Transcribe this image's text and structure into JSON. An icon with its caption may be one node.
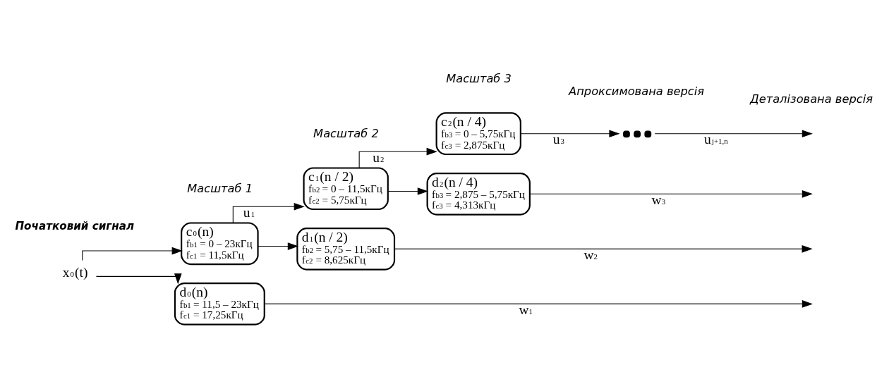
{
  "diagram": {
    "nodes": [
      {
        "text": [
          "x$_{0}$(t)"
        ],
        "beside": [
          "Початковий сигнал"
        ]
      },
      {
        "text": [
          "c$_{0}$(n)",
          "f$_{b1}$ = 0 – 23кГц",
          "f$_{c1}$ = 11,5кГц"
        ]
      },
      {
        "text": [
          "c$_{1}$(n / 2)",
          "f$_{b2}$ = 0 – 11,5кГц",
          "f$_{c2}$ = 5,75кГц"
        ]
      },
      {
        "text": [
          "c$_{2}$(n / 4)",
          "f$_{b3}$ = 0 – 5,75кГц",
          "f$_{c3}$ = 2,875кГц"
        ]
      },
      {
        "text": [],
        "shape": "dots"
      },
      {
        "text": [
          "d$_{2}$(n / 4)",
          "f$_{b3}$ = 2,875 – 5,75кГц",
          "f$_{c3}$ = 4,313кГц"
        ]
      },
      {
        "text": [
          "d$_{1}$(n / 2)",
          "f$_{b2}$ = 5,75 – 11,5кГц",
          "f$_{c2}$ = 8,625кГц"
        ]
      },
      {
        "text": [
          "d$_{0}$(n)",
          "f$_{b1}$ = 11,5 – 23кГц",
          "f$_{c1}$ = 17,25кГц"
        ]
      }
    ],
    "edges": [
      {
        "from": 0,
        "to": 1,
        "arrow": "to"
      },
      {
        "from": 0,
        "to": 7,
        "arrow": "to"
      },
      {
        "from": 1,
        "to": 2,
        "arrow": "to",
        "label": "u$_{1}$"
      },
      {
        "from": 1,
        "to": 6,
        "arrow": "to"
      },
      {
        "from": 2,
        "to": 3,
        "arrow": "to",
        "label": "u$_{2}$"
      },
      {
        "from": 2,
        "to": 5,
        "arrow": "to"
      },
      {
        "from": 3,
        "to": 4,
        "arrow": "to",
        "label": "u$_{3}$"
      },
      {
        "from": 4,
        "to": null,
        "arrow": "to",
        "label": "u$_{j+1,n}$"
      },
      {
        "from": 5,
        "to": null,
        "arrow": "to",
        "label": "w$_{3}$"
      },
      {
        "from": 6,
        "to": null,
        "arrow": "to",
        "label": "w$_{2}$"
      },
      {
        "from": 7,
        "to": null,
        "arrow": "to",
        "label": "w$_{1}$"
      }
    ],
    "labels": [
      "Масштаб 1",
      "Масштаб 2",
      "Масштаб 3",
      "Апроксимована версія",
      "Деталізована версія"
    ]
  }
}
